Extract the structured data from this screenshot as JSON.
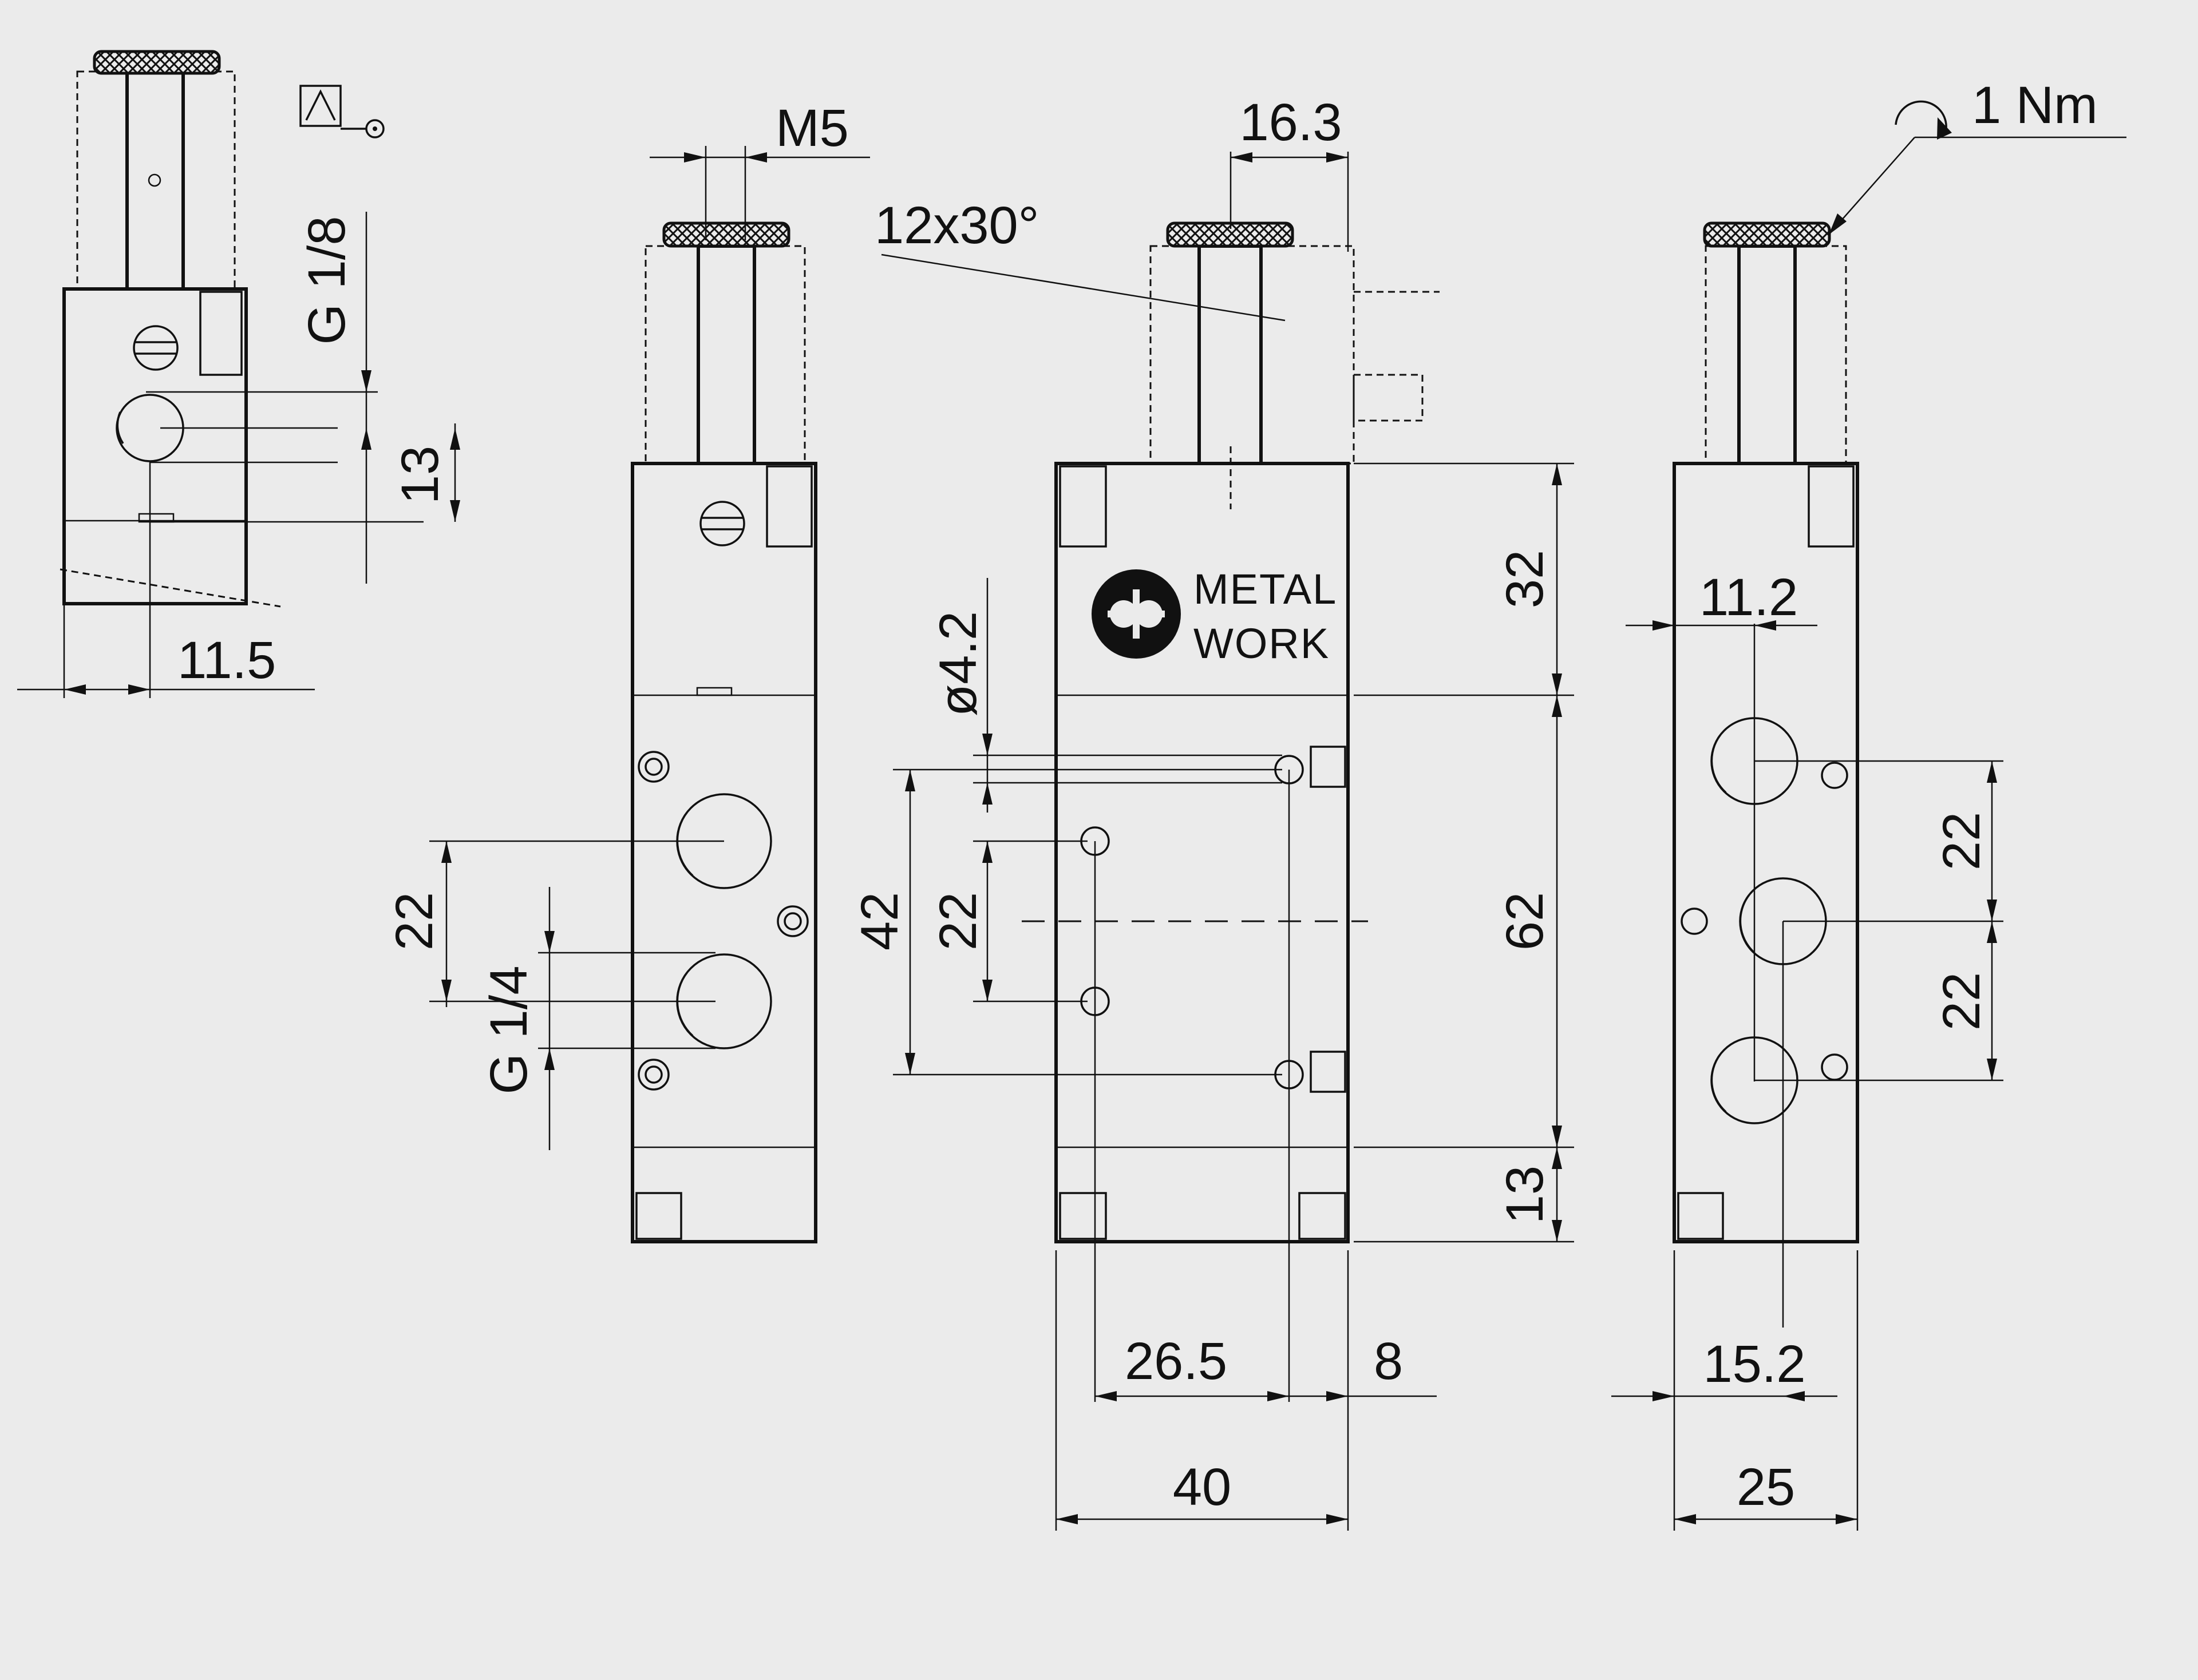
{
  "logo": {
    "line1": "METAL",
    "line2": "WORK"
  },
  "dimensions": {
    "view1_g18": "G 1/8",
    "view1_13": "13",
    "view1_11_5": "11.5",
    "view2_m5": "M5",
    "view2_22": "22",
    "view2_g14": "G 1/4",
    "view3_16_3": "16.3",
    "view3_12x30": "12x30°",
    "view3_d4_2": "ø4.2",
    "view3_42": "42",
    "view3_22": "22",
    "view3_32": "32",
    "view3_62": "62",
    "view3_13": "13",
    "view3_26_5": "26.5",
    "view3_8": "8",
    "view3_40": "40",
    "view4_1nm": "1 Nm",
    "view4_11_2": "11.2",
    "view4_22a": "22",
    "view4_22b": "22",
    "view4_15_2": "15.2",
    "view4_25": "25"
  }
}
